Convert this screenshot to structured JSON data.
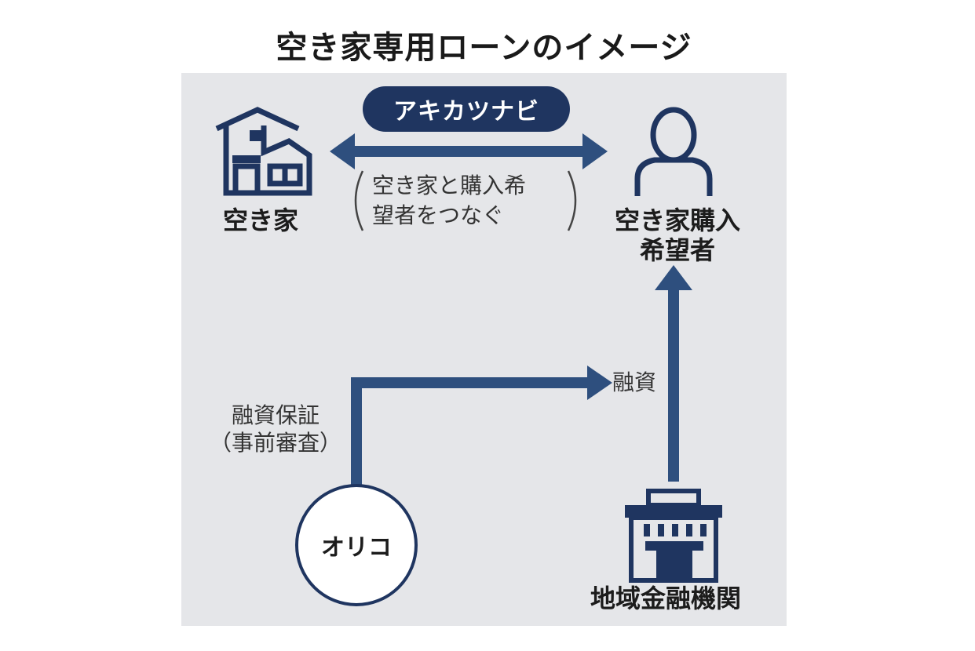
{
  "title": "空き家専用ローンのイメージ",
  "nodes": {
    "vacant_house": "空き家",
    "buyer_line1": "空き家購入",
    "buyer_line2": "希望者",
    "orico": "オリコ",
    "bank": "地域金融機関"
  },
  "platform": {
    "name": "アキカツナビ",
    "desc_line1": "空き家と購入希",
    "desc_line2": "望者をつなぐ"
  },
  "flows": {
    "guarantee_line1": "融資保証",
    "guarantee_line2": "（事前審査）",
    "loan": "融資"
  },
  "colors": {
    "navy": "#1f3560",
    "arrow": "#2e4f7e",
    "panel": "#e5e6e9"
  }
}
